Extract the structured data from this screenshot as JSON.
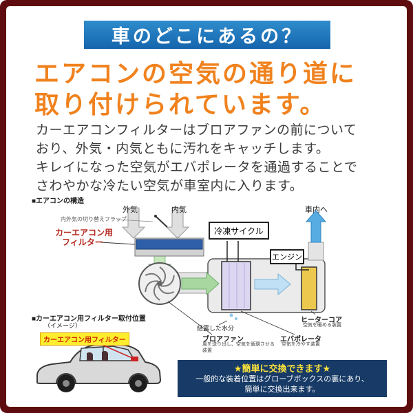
{
  "header": {
    "title": "車のどこにあるの？"
  },
  "headline": {
    "lines": [
      "エアコンの空気の通り道に",
      "取り付けられています。"
    ]
  },
  "body": {
    "lines": [
      "カーエアコンフィルターはブロアファンの前について",
      "おり、外気・内気ともに汚れをキャッチします。",
      "キレイになった空気がエバポレータを通過することで",
      "さわやかな冷たい空気が車室内に入ります。"
    ]
  },
  "diagram": {
    "title": "■エアコンの構造",
    "labels": {
      "outside_air": "外気",
      "inside_air": "内気",
      "flap": "内外気の切り替えフラップ",
      "filter_line1": "カーエアコン用",
      "filter_line2": "フィルター",
      "refrigeration_cycle": "冷凍サイクル",
      "engine": "エンジン",
      "to_cabin": "車内へ",
      "heater_core": "ヒーターコア",
      "heater_core_note": "空気を暖める装置",
      "condensation": "結露した水分",
      "blower_fan": "ブロアファン",
      "blower_fan_note": "風を送り出し、空気を循環させる装置",
      "evaporator": "エバポレータ",
      "evaporator_note": "空気を冷やす装置"
    }
  },
  "mount": {
    "title": "■カーエアコン用フィルター取付位置",
    "subtitle": "（イメージ）",
    "tag": "カーエアコン用フィルター"
  },
  "note": {
    "title": "★簡単に交換できます★",
    "lines": [
      "一般的な装着位置はグローブボックスの裏にあり、",
      "簡単に交換出来ます。"
    ]
  },
  "colors": {
    "frame": "#5e0c10",
    "header_bg": "#1d79c0",
    "headline_orange": "#f0821e",
    "filter_blue": "#2e5fa8",
    "evaporator_lavender": "#dcd6f0",
    "heater_yellow": "#ecc84e",
    "note_navy": "#173a66",
    "tag_yellow": "#ffee2e",
    "tag_red": "#cc2200"
  }
}
